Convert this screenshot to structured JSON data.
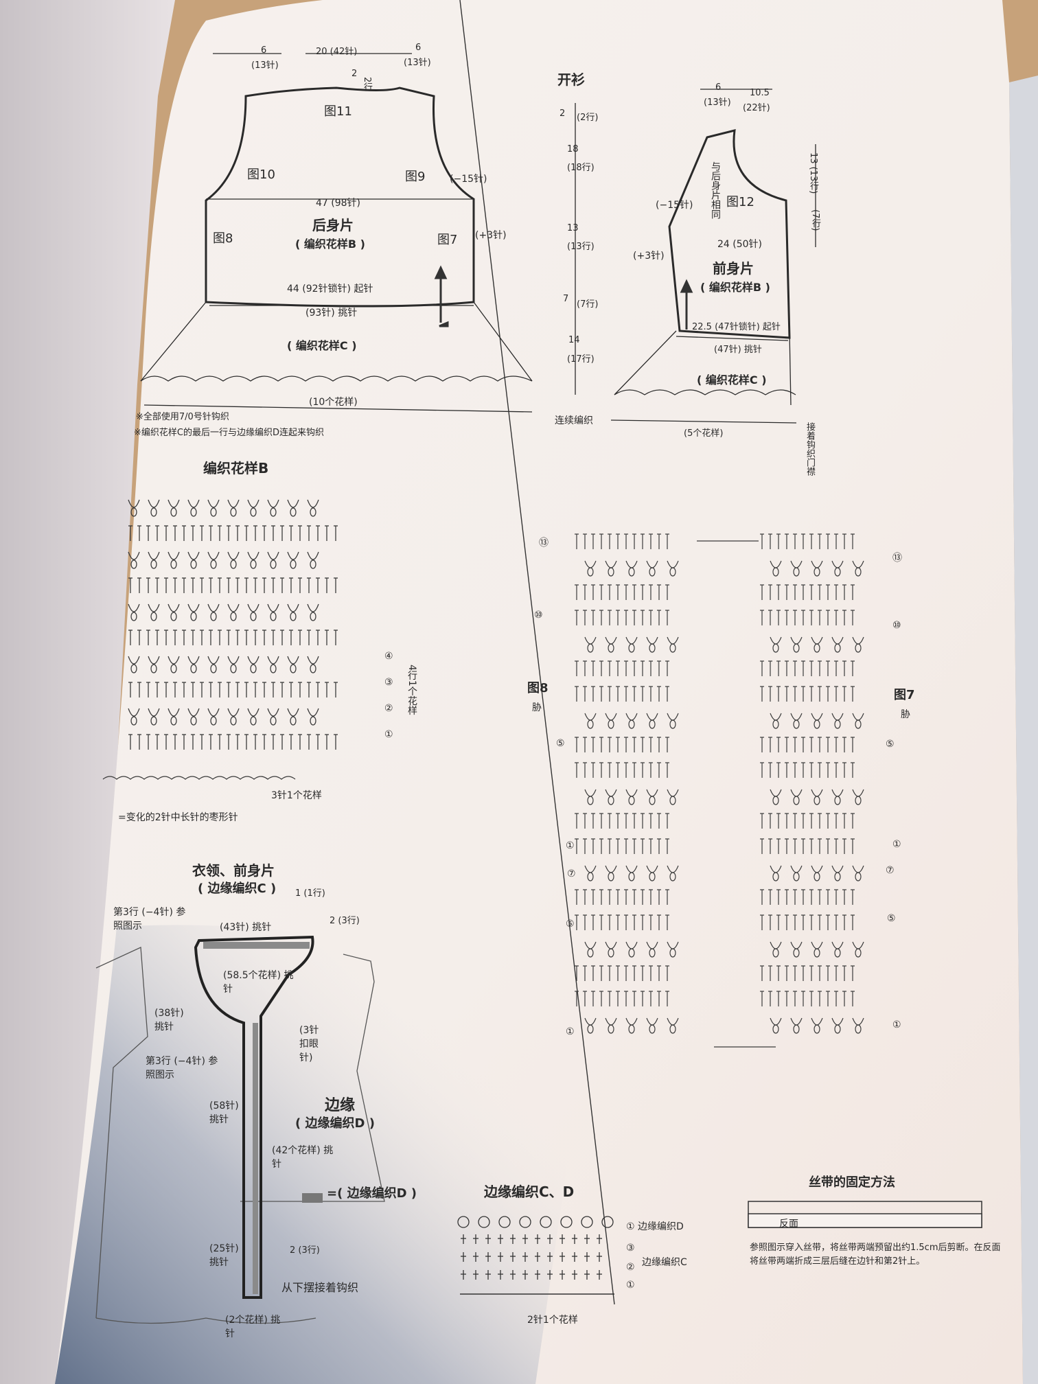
{
  "header": {
    "title": "开衫"
  },
  "back_body": {
    "top_left_dim": "6",
    "top_left_sub": "(13针)",
    "top_center_dim": "20 (42针)",
    "top_right_dim": "6",
    "top_right_sub": "(13针)",
    "neck_dim": "2",
    "neck_rows": "2行",
    "fig11": "图11",
    "fig10": "图10",
    "fig9": "图9",
    "dec_right": "(−15针)",
    "width": "47 (98针)",
    "name": "后身片",
    "pattern": "( 编织花样B )",
    "fig8": "图8",
    "fig7": "图7",
    "inc_right": "(+3针)",
    "start": "44 (92针锁针) 起针",
    "pickup": "(93针) 挑针",
    "skirt": "( 编织花样C )",
    "repeats": "(10个花样)"
  },
  "notes": [
    "※全部使用7/0号针钩织",
    "※编织花样C的最后一行与边缘编织D连起来钩织"
  ],
  "vertical_dims": [
    {
      "value": "2",
      "rows": "(2行)"
    },
    {
      "value": "18",
      "rows": "(18行)"
    },
    {
      "value": "13",
      "rows": "(13行)"
    },
    {
      "value": "7",
      "rows": "(7行)"
    },
    {
      "value": "14",
      "rows": "(17行)"
    }
  ],
  "join_label": "连续编织",
  "front_body": {
    "top_dim1": "6",
    "top_dim1_sub": "(13针)",
    "top_dim2": "10.5",
    "top_dim2_sub": "(22针)",
    "right_dim": "13 (13行)",
    "right_sub": "(7行)",
    "same_as_back": "与后身片相同",
    "fig12": "图12",
    "dec": "(−15针)",
    "width": "24 (50针)",
    "inc": "(+3针)",
    "name": "前身片",
    "pattern": "( 编织花样B )",
    "start": "22.5 (47针锁针) 起针",
    "pickup": "(47针) 挑针",
    "skirt": "( 编织花样C )",
    "repeats": "(5个花样)",
    "side_note": "接着钩织门襟"
  },
  "pattern_b": {
    "title": "编织花样B",
    "row_labels": [
      "④",
      "③",
      "②",
      "①"
    ],
    "repeat_note": "4行1个花样",
    "bottom_note": "3针1个花样",
    "legend": "=变化的2针中长针的枣形针"
  },
  "side_chart": {
    "left_label": "图8",
    "left_sub": "胁",
    "right_label": "图7",
    "right_sub": "胁",
    "left_rows": [
      "⑬",
      "⑩",
      "⑤",
      "①",
      "⑦",
      "⑤",
      "①"
    ],
    "right_rows": [
      "⑬",
      "⑩",
      "⑤",
      "①",
      "⑦",
      "⑤",
      "①"
    ]
  },
  "collar": {
    "title": "衣领、前身片",
    "subtitle": "( 边缘编织C )",
    "row3_ref": "第3行 (−4针) 参照图示",
    "pick43": "(43针) 挑针",
    "r1": "1 (1行)",
    "r2": "2 (3行)",
    "pick585": "(58.5个花样) 挑针",
    "pick38": "(38针) 挑针",
    "buttonhole": "(3针扣眼针)",
    "row3_ref2": "第3行 (−4针) 参照图示",
    "edge": "边缘",
    "edge_sub": "( 边缘编织D )",
    "pick58": "(58针) 挑针",
    "pick42": "(42个花样) 挑针",
    "legend": "=( 边缘编织D )",
    "pick25": "(25针) 挑针",
    "r3": "2 (3行)",
    "from_below": "从下摆接着钩织",
    "pick2": "(2个花样) 挑针"
  },
  "edging_cd": {
    "title": "边缘编织C、D",
    "label_d": "① 边缘编织D",
    "label_c": "边缘编织C",
    "rows": [
      "③",
      "②",
      "①"
    ],
    "bottom_note": "2针1个花样"
  },
  "ribbon": {
    "title": "丝带的固定方法",
    "reverse": "反面",
    "text": "参照图示穿入丝带，将丝带两端预留出约1.5cm后剪断。在反面将丝带两端折成三层后缝在边针和第2针上。"
  },
  "colors": {
    "page": "#f3efed",
    "shadow": "#5e6e8a",
    "ink": "#2a2a2a",
    "band": "#7a7a7a"
  }
}
